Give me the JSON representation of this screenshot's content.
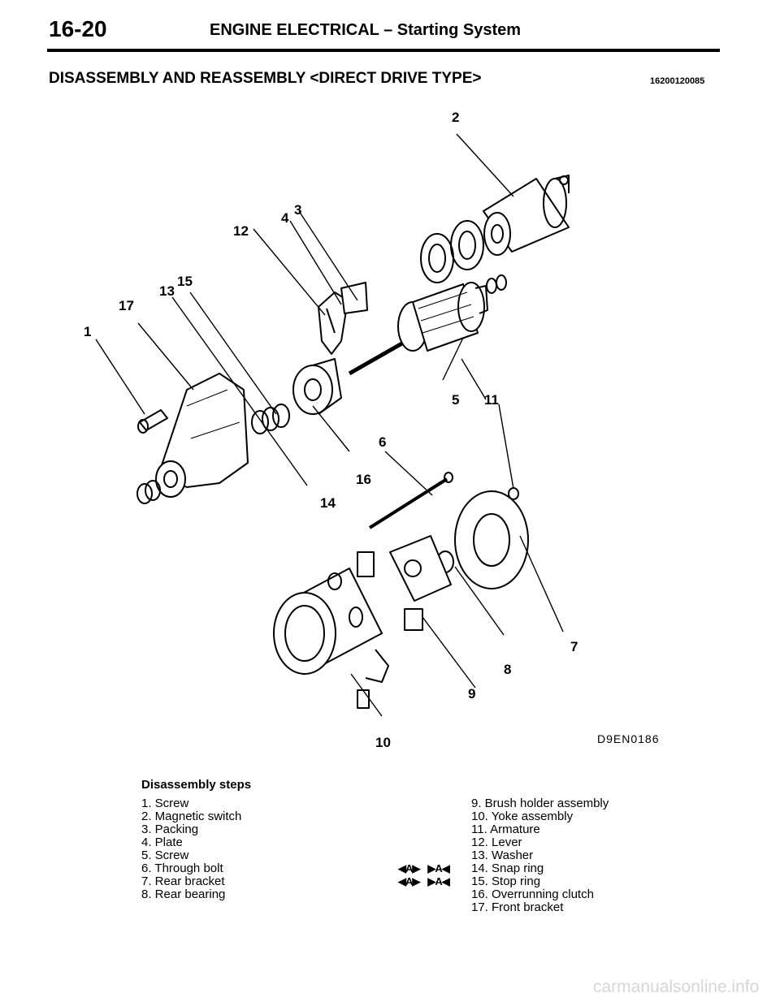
{
  "header": {
    "page_number": "16-20",
    "title": "ENGINE ELECTRICAL – Starting System"
  },
  "section": {
    "title": "DISASSEMBLY AND REASSEMBLY <DIRECT DRIVE TYPE>",
    "code": "16200120085"
  },
  "diagram": {
    "figure_id": "D9EN0186",
    "callouts": [
      "1",
      "2",
      "3",
      "4",
      "5",
      "6",
      "7",
      "8",
      "9",
      "10",
      "11",
      "12",
      "13",
      "14",
      "15",
      "16",
      "17"
    ]
  },
  "steps": {
    "title": "Disassembly steps",
    "left": [
      "1. Screw",
      "2. Magnetic switch",
      "3. Packing",
      "4. Plate",
      "5. Screw",
      "6. Through bolt",
      "7. Rear bracket",
      "8. Rear bearing"
    ],
    "right": [
      "9. Brush holder assembly",
      "10. Yoke assembly",
      "11. Armature",
      "12. Lever",
      "13. Washer",
      "14. Snap ring",
      "15. Stop ring",
      "16. Overrunning clutch",
      "17. Front bracket"
    ],
    "reassembly_marks": [
      {
        "left": "◀A▶",
        "right": "▶A◀"
      },
      {
        "left": "◀A▶",
        "right": "▶A◀"
      }
    ]
  },
  "watermark": "carmanualsonline.info"
}
